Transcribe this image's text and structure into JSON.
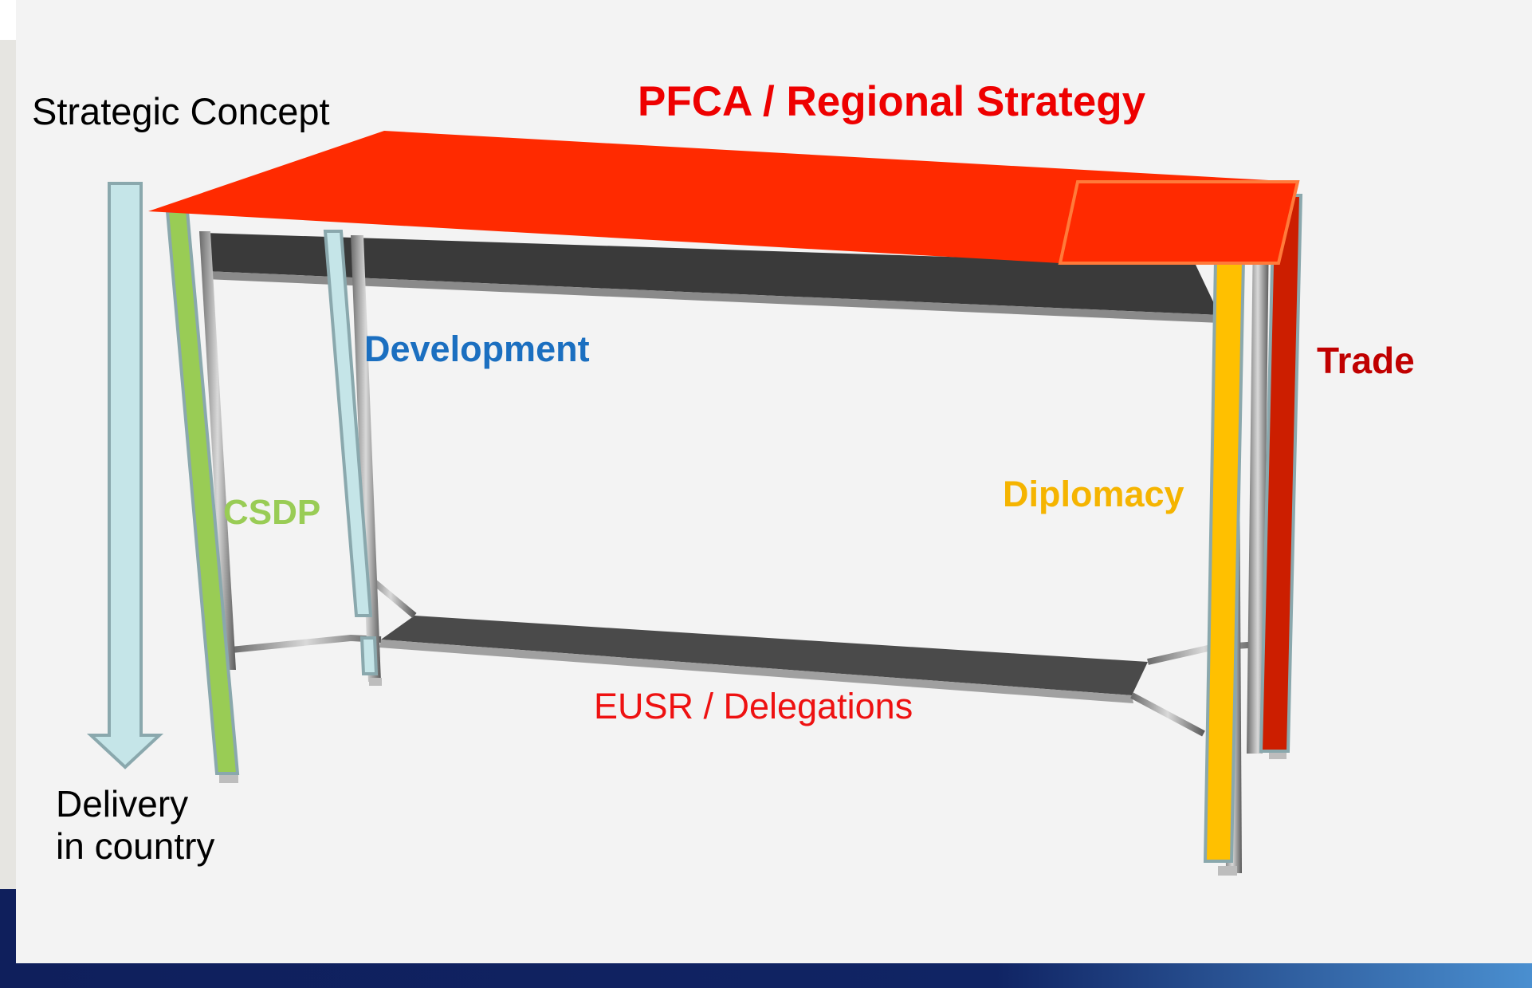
{
  "diagram": {
    "top_label": "PFCA / Regional Strategy",
    "axis_top_label": "Strategic Concept",
    "axis_bottom_label": [
      "Delivery",
      "in country"
    ],
    "legs": [
      {
        "label": "CSDP",
        "color": "#99cc55"
      },
      {
        "label": "Development",
        "color": "#c5e5e8",
        "label_color": "#1b6fc0"
      },
      {
        "label": "Diplomacy",
        "color": "#ffc000",
        "label_color": "#f5b400"
      },
      {
        "label": "Trade",
        "color": "#cc1e00",
        "label_color": "#c00000"
      }
    ],
    "shelf_label": "EUSR / Delegations"
  },
  "colors": {
    "tabletop": "#ff2a00",
    "title": "#ee0000",
    "shelf_label": "#ee1111",
    "background": "#f3f3f3",
    "footer_dark": "#0f1f5c",
    "footer_light": "#4a8fd0"
  }
}
